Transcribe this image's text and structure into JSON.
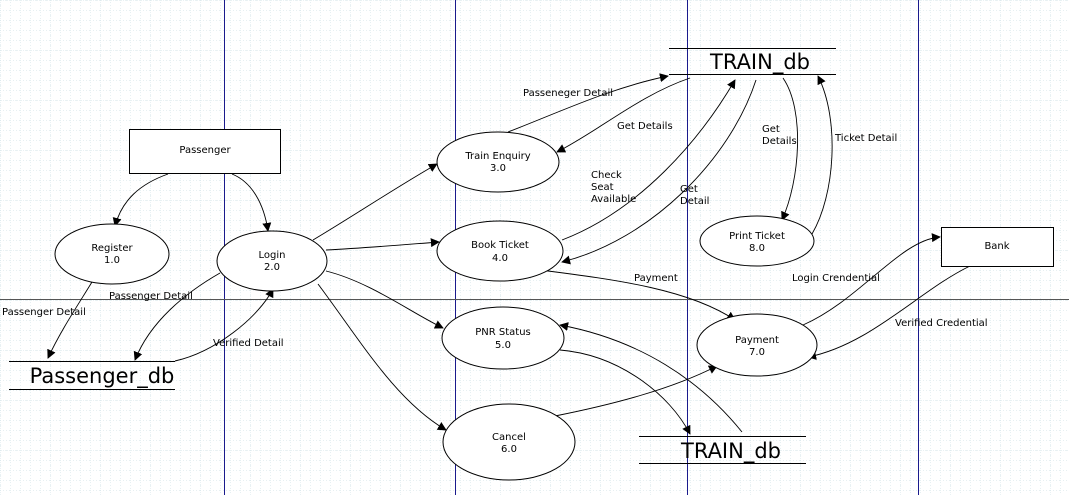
{
  "diagram": {
    "external_entities": {
      "passenger": "Passenger",
      "bank": "Bank"
    },
    "processes": {
      "register": {
        "name": "Register",
        "number": "1.0"
      },
      "login": {
        "name": "Login",
        "number": "2.0"
      },
      "train_enquiry": {
        "name": "Train Enquiry",
        "number": "3.0"
      },
      "book_ticket": {
        "name": "Book Ticket",
        "number": "4.0"
      },
      "pnr_status": {
        "name": "PNR Status",
        "number": "5.0"
      },
      "cancel": {
        "name": "Cancel",
        "number": "6.0"
      },
      "payment": {
        "name": "Payment",
        "number": "7.0"
      },
      "print_ticket": {
        "name": "Print Ticket",
        "number": "8.0"
      }
    },
    "data_stores": {
      "train_db_top": "TRAIN_db",
      "train_db_bottom": "TRAIN_db",
      "passenger_db": "Passenger_db"
    },
    "flow_labels": {
      "passenger_detail_left": "Passenger Detail",
      "passenger_detail_mid": "Passenger Detail",
      "verified_detail": "Verified Detail",
      "passeneger_detail": "Passeneger Detail",
      "get_details_enquiry": "Get Details",
      "check_seat_available": [
        "Check",
        "Seat",
        "Available"
      ],
      "get_detail_book": [
        "Get",
        "Detail"
      ],
      "get_details_print": [
        "Get",
        "Details"
      ],
      "ticket_detail": "Ticket Detail",
      "payment_flow": "Payment",
      "login_credential": "Login Crendential",
      "verified_credential": "Verified Credential"
    }
  }
}
